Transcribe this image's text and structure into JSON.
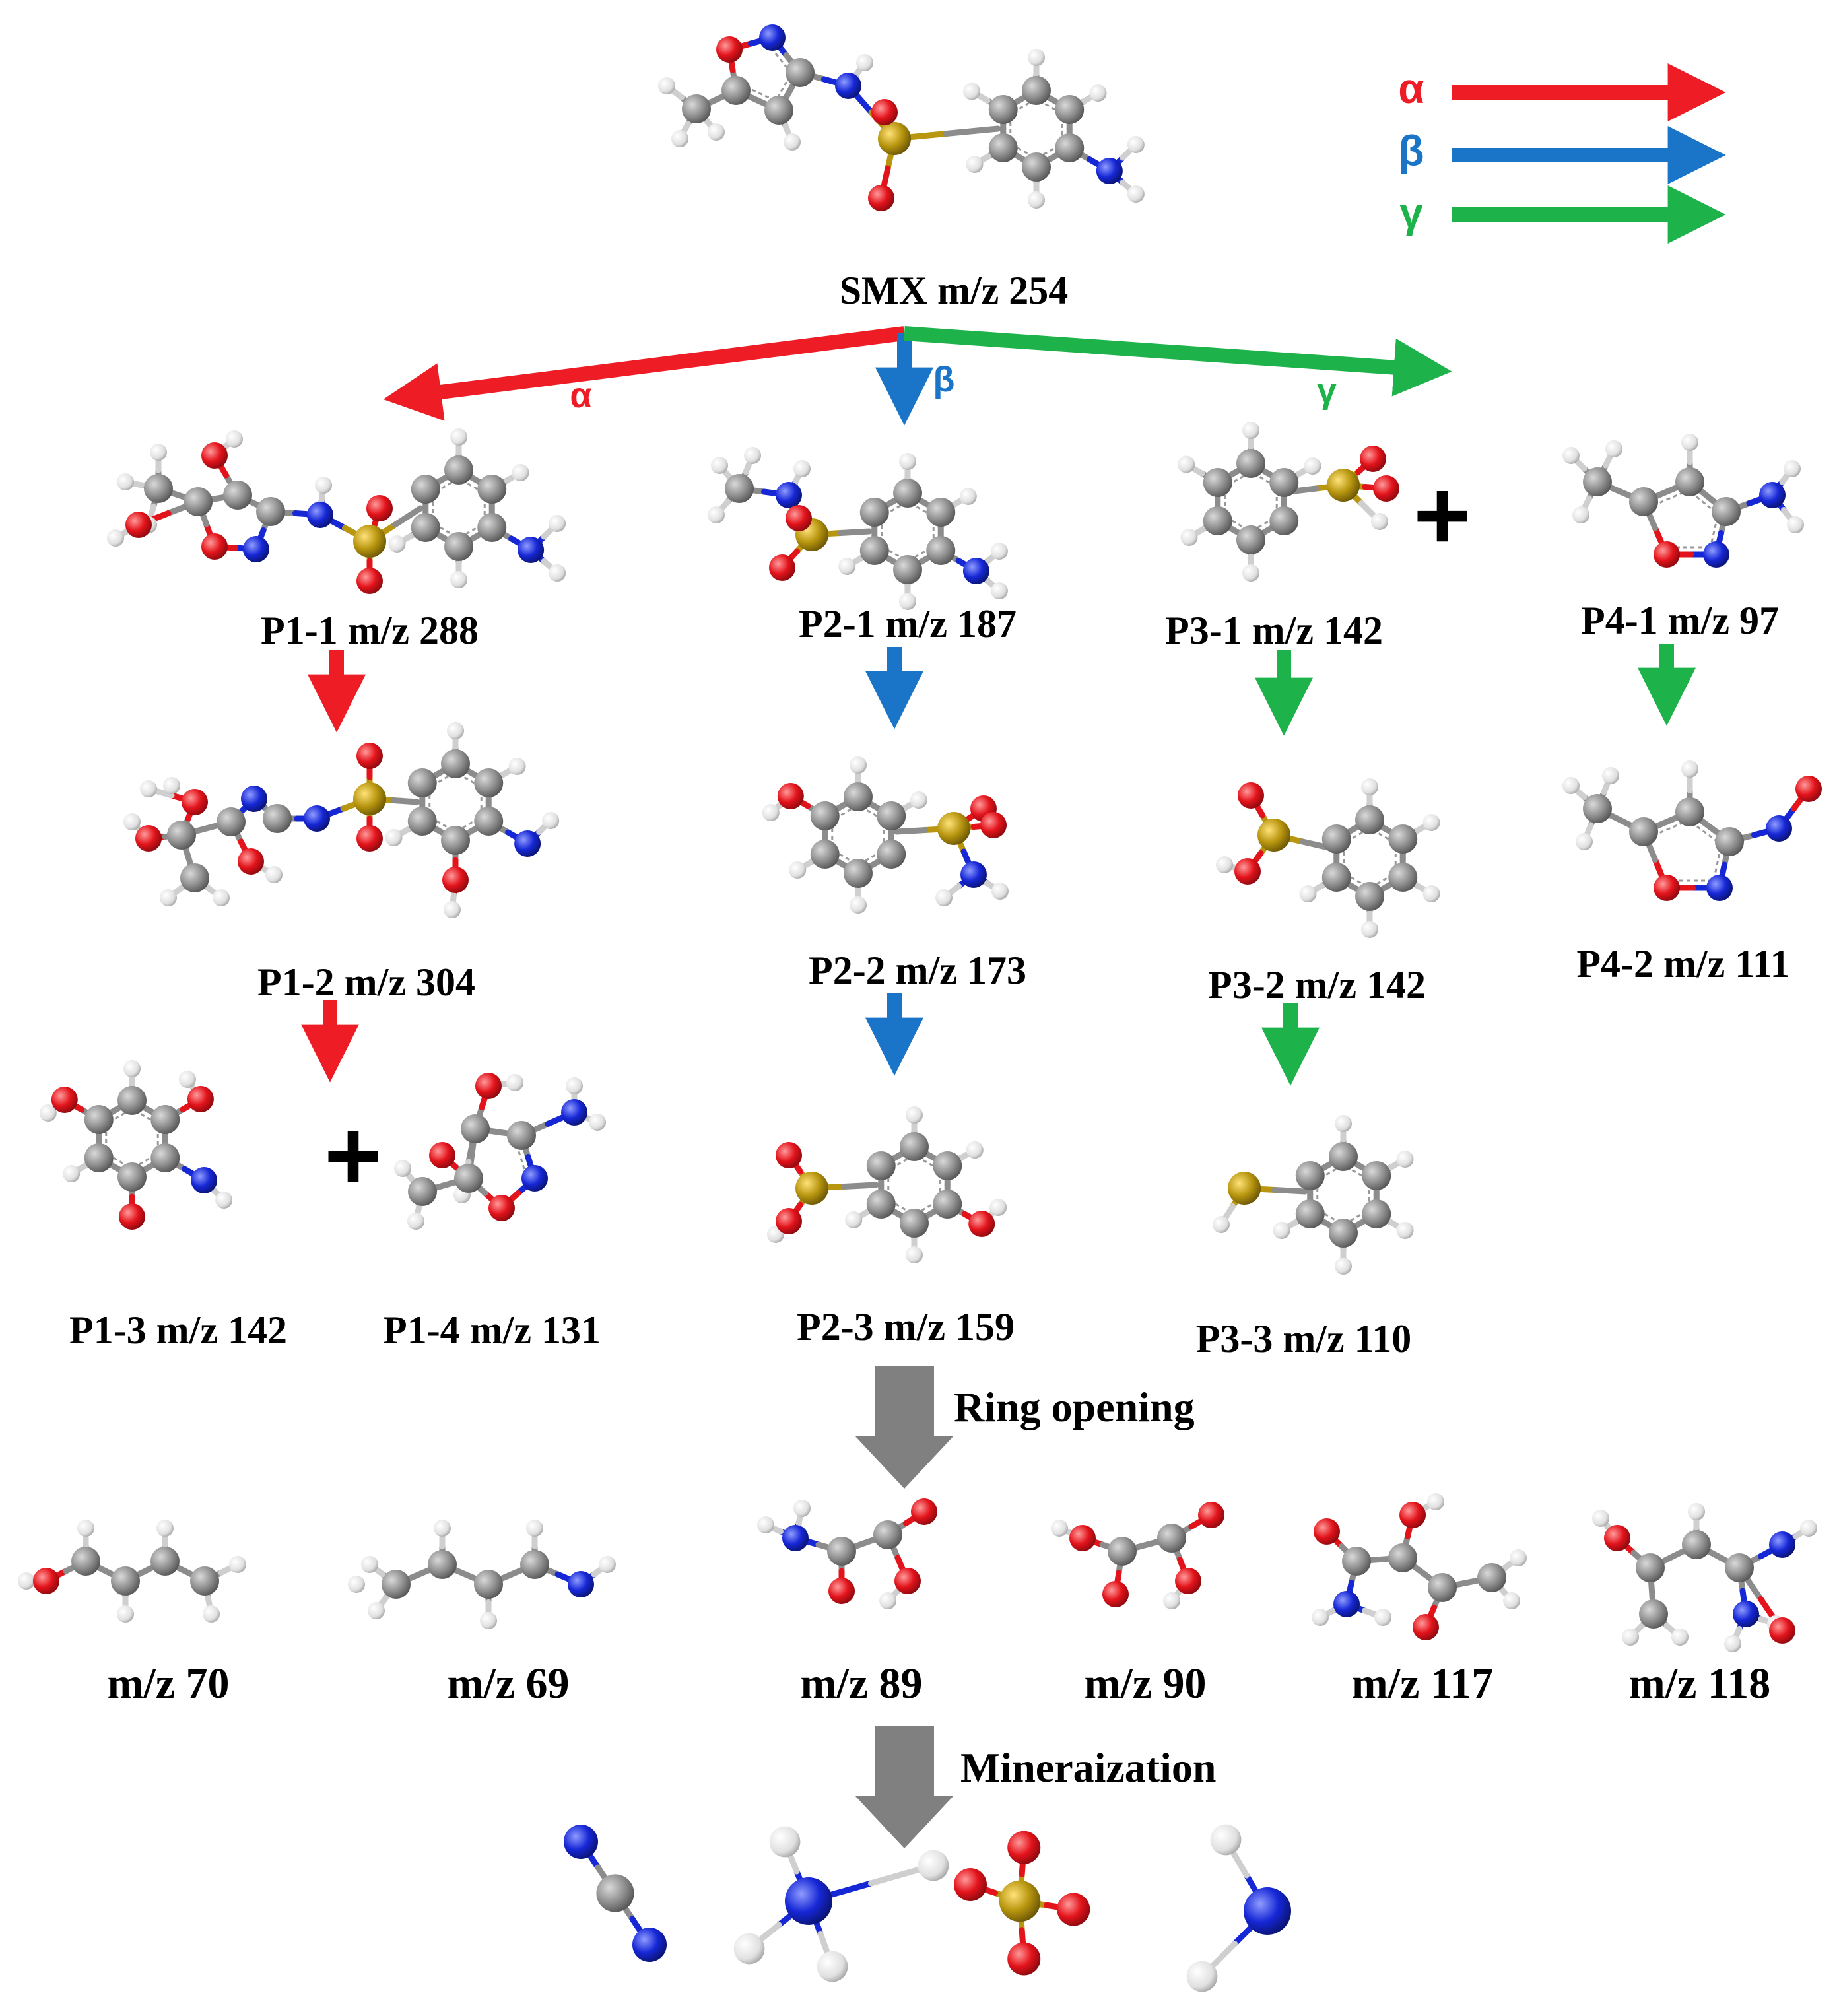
{
  "colors": {
    "alpha": "#ee1c25",
    "beta": "#1a75c9",
    "gamma": "#1db34a",
    "process_arrow": "#808080",
    "carbon": "#8c8c8c",
    "hydrogen": "#e8e8e8",
    "oxygen": "#e3131b",
    "nitrogen": "#1627d6",
    "sulfur": "#b8960f"
  },
  "legend": [
    {
      "symbol": "α",
      "pathway": "alpha"
    },
    {
      "symbol": "β",
      "pathway": "beta"
    },
    {
      "symbol": "γ",
      "pathway": "gamma"
    }
  ],
  "pathway_labels": {
    "alpha": "α",
    "beta": "β",
    "gamma": "γ"
  },
  "compounds": {
    "parent": "SMX m/z 254",
    "p1_1": "P1-1 m/z 288",
    "p1_2": "P1-2 m/z 304",
    "p1_3": "P1-3 m/z 142",
    "p1_4": "P1-4 m/z 131",
    "p2_1": "P2-1 m/z 187",
    "p2_2": "P2-2 m/z 173",
    "p2_3": "P2-3 m/z 159",
    "p3_1": "P3-1 m/z 142",
    "p3_2": "P3-2 m/z 142",
    "p3_3": "P3-3 m/z 110",
    "p4_1": "P4-1 m/z 97",
    "p4_2": "P4-2 m/z 111"
  },
  "small_molecules": [
    "m/z 70",
    "m/z 69",
    "m/z 89",
    "m/z 90",
    "m/z 117",
    "m/z 118"
  ],
  "processes": {
    "ring_opening": "Ring opening",
    "mineralization": "Mineraization"
  },
  "plus_sign": "+",
  "mineralization_products": [
    "cyanide",
    "ammonium",
    "sulfate",
    "amine"
  ]
}
